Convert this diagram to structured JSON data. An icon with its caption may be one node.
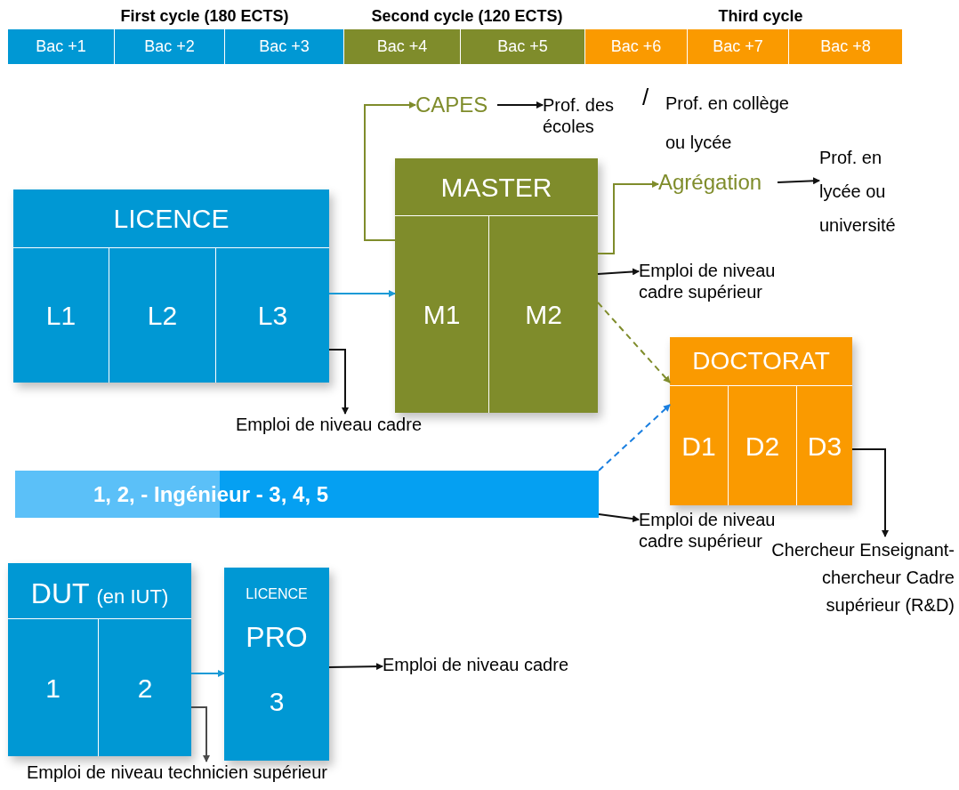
{
  "diagram": {
    "nodes": [
      {
        "text": [
          "Bac +1"
        ]
      },
      {
        "text": [
          "Bac +2"
        ]
      },
      {
        "text": [
          "Bac +3"
        ]
      },
      {
        "text": [
          "Bac +4"
        ]
      },
      {
        "text": [
          "Bac +5"
        ]
      },
      {
        "text": [
          "Bac +6"
        ]
      },
      {
        "text": [
          "Bac +7"
        ]
      },
      {
        "text": [
          "Bac +8"
        ]
      },
      {
        "text": [
          "LICENCE"
        ]
      },
      {
        "text": [
          "L1"
        ],
        "in": 8
      },
      {
        "text": [
          "L2"
        ],
        "in": 8
      },
      {
        "text": [
          "L3"
        ],
        "in": 8
      },
      {
        "text": [
          "CAPES"
        ]
      },
      {
        "text": [
          "Prof. des écoles"
        ]
      },
      {
        "text": [
          "MASTER"
        ]
      },
      {
        "text": [
          "M1"
        ],
        "in": 14
      },
      {
        "text": [
          "M2"
        ],
        "in": 14
      },
      {
        "text": [
          "Agrégation"
        ]
      },
      {
        "text": [
          "Prof. en lycée ou université"
        ]
      },
      {
        "text": [
          "Emploi de niveau cadre supérieur"
        ]
      },
      {
        "text": [
          "DOCTORAT"
        ]
      },
      {
        "text": [
          "D1"
        ],
        "in": 20
      },
      {
        "text": [
          "D2"
        ],
        "in": 20
      },
      {
        "text": [
          "D3"
        ],
        "in": 20
      },
      {
        "text": [
          "Emploi de niveau cadre"
        ]
      },
      {
        "text": [
          "1, 2, - Ingénieur - 3, 4, 5"
        ]
      },
      {
        "text": [
          "Emploi de niveau cadre supérieur"
        ]
      },
      {
        "text": [
          "Chercheur Enseignant-chercheur Cadre supérieur (R&D)"
        ]
      },
      {
        "text": [
          "DUT",
          "(en IUT)"
        ]
      },
      {
        "text": [
          "1"
        ],
        "in": 28
      },
      {
        "text": [
          "2"
        ],
        "in": 28
      },
      {
        "text": [
          "LICENCE",
          "PRO",
          "3"
        ]
      },
      {
        "text": [
          "Emploi de niveau cadre"
        ]
      },
      {
        "text": [
          "Emploi de niveau technicien supérieur"
        ]
      }
    ],
    "edges": [
      {
        "from": 8,
        "to": 14,
        "arrow": "to",
        "color": "#1a9ad6"
      },
      {
        "from": 14,
        "to": 12,
        "arrow": "to",
        "color": "#7f8c2b"
      },
      {
        "from": 12,
        "to": 13,
        "arrow": "to"
      },
      {
        "from": 14,
        "to": 17,
        "arrow": "to",
        "color": "#7f8c2b"
      },
      {
        "from": 17,
        "to": 18,
        "arrow": "to"
      },
      {
        "from": 14,
        "to": 19,
        "arrow": "to"
      },
      {
        "from": 14,
        "to": 20,
        "arrow": "to",
        "style": "dashed",
        "color": "#7f8c2b"
      },
      {
        "from": 8,
        "to": 24,
        "arrow": "to"
      },
      {
        "from": 25,
        "to": 20,
        "arrow": "to",
        "style": "dashed",
        "color": "#1a7fe0"
      },
      {
        "from": 25,
        "to": 26,
        "arrow": "to"
      },
      {
        "from": 20,
        "to": 27,
        "arrow": "to"
      },
      {
        "from": 28,
        "to": 31,
        "arrow": "to",
        "color": "#1a9ad6"
      },
      {
        "from": 31,
        "to": 32,
        "arrow": "to"
      },
      {
        "from": 28,
        "to": 33,
        "arrow": "to",
        "color": "#4a4a4a"
      }
    ],
    "labels": [
      "First cycle (180 ECTS)",
      "Second cycle (120 ECTS)",
      "Third cycle",
      "/",
      "Prof. en collège ou lycée"
    ]
  }
}
